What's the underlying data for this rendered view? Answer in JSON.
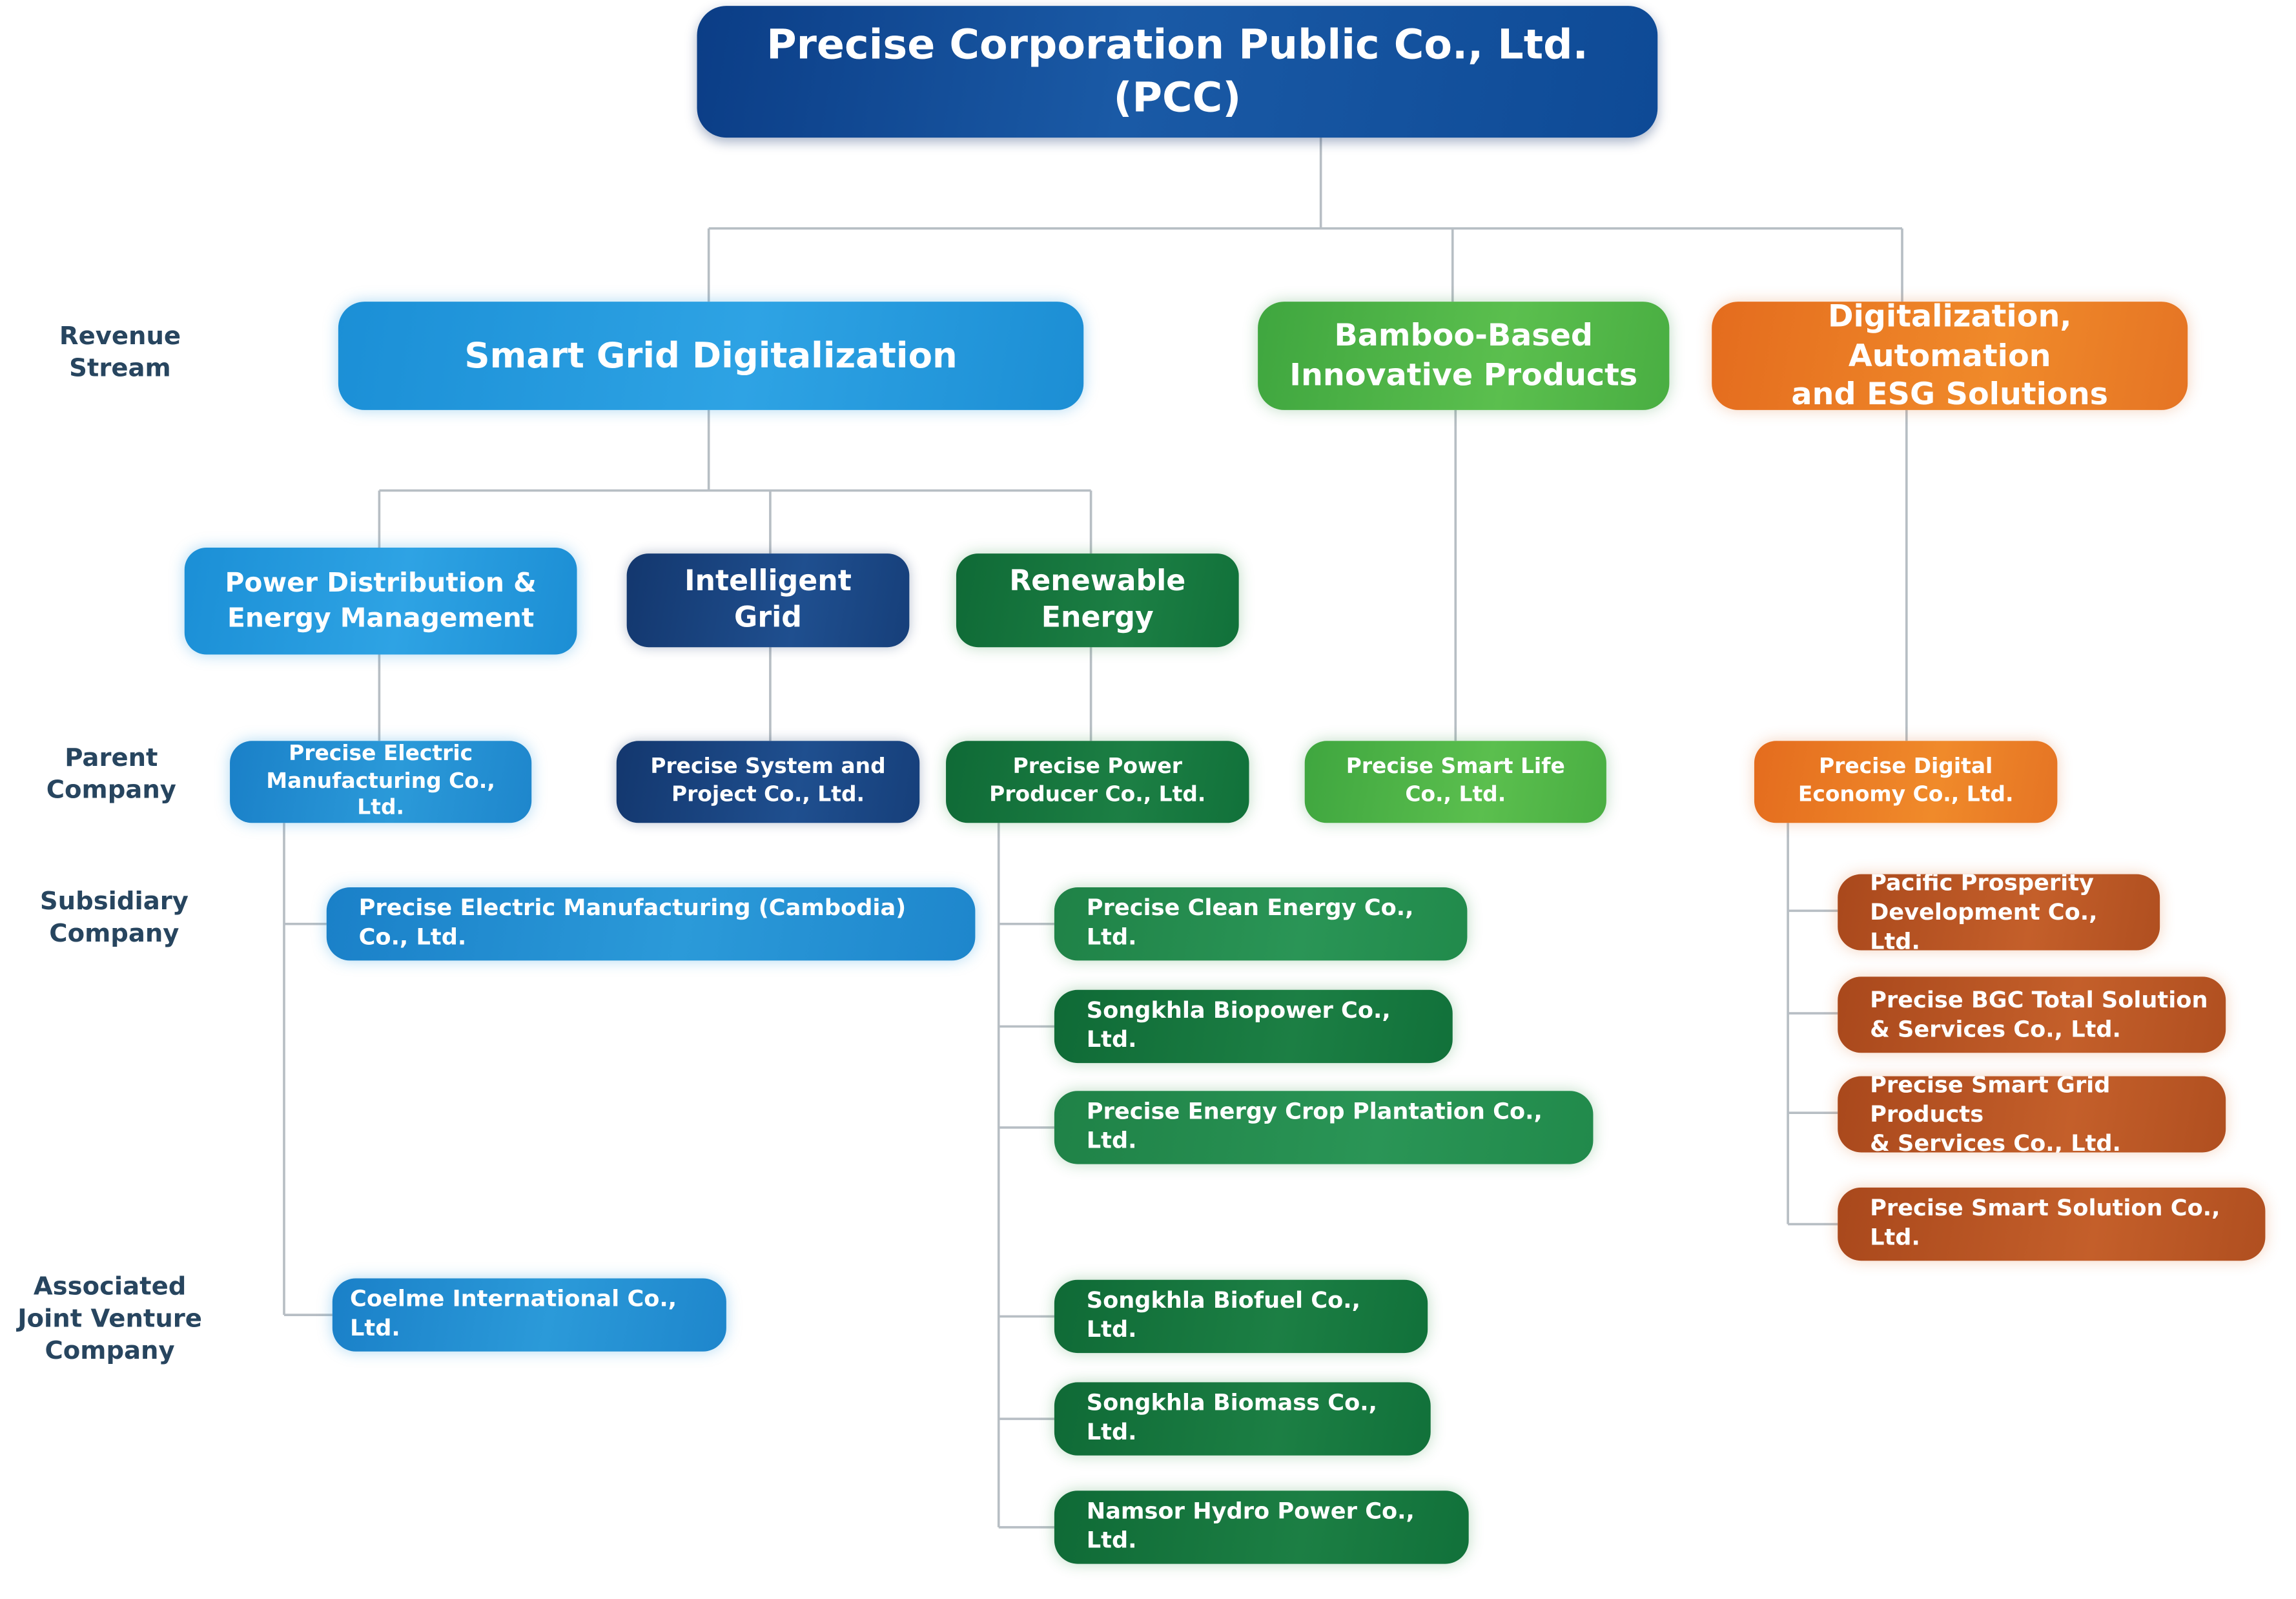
{
  "top": {
    "name": "Precise Corporation Public Co., Ltd. (PCC)"
  },
  "row_labels": {
    "revenue_stream": "Revenue\nStream",
    "parent_company": "Parent\nCompany",
    "subsidiary_company": "Subsidiary\nCompany",
    "associated_jv": "Associated\nJoint Venture\nCompany"
  },
  "revenue_streams": {
    "smart_grid": "Smart Grid Digitalization",
    "bamboo": "Bamboo-Based\nInnovative Products",
    "digitalization": "Digitalization, Automation\nand ESG Solutions"
  },
  "segments": {
    "power_distribution": "Power Distribution &\nEnergy Management",
    "intelligent_grid": "Intelligent\nGrid",
    "renewable": "Renewable\nEnergy"
  },
  "parents": {
    "electric_mfg": "Precise Electric\nManufacturing Co., Ltd.",
    "system_project": "Precise System and\nProject  Co., Ltd.",
    "power_producer": "Precise  Power\nProducer Co., Ltd.",
    "smart_life": "Precise Smart Life Co., Ltd.",
    "digital_economy": "Precise Digital\nEconomy Co., Ltd."
  },
  "subsidiaries": {
    "cambodia": "Precise Electric Manufacturing (Cambodia) Co., Ltd.",
    "clean_energy": "Precise Clean Energy Co., Ltd.",
    "songkhla_biopower": "Songkhla Biopower Co., Ltd.",
    "crop_plantation": "Precise Energy Crop Plantation Co., Ltd.",
    "pacific_prosperity": "Pacific Prosperity\nDevelopment  Co., Ltd.",
    "bgc_total": "Precise BGC Total Solution\n& Services Co., Ltd.",
    "smart_grid_products": "Precise Smart Grid Products\n& Services Co., Ltd.",
    "smart_solution": "Precise Smart Solution Co., Ltd."
  },
  "associates": {
    "coelme": "Coelme International Co., Ltd.",
    "songkhla_biofuel": "Songkhla Biofuel Co., Ltd.",
    "songkhla_biomass": "Songkhla Biomass Co., Ltd.",
    "namsor_hydro": "Namsor Hydro Power Co., Ltd."
  },
  "colors": {
    "corporate_blue": "#0e4a96",
    "smart_grid_blue": "#2ea3e4",
    "bamboo_green": "#5bbf4e",
    "digital_orange": "#f08a2a",
    "intelligent_navy": "#1f4f8f",
    "renewable_green": "#1c7f44",
    "subsidiary_rust": "#c45f2a",
    "connector_gray": "#b7bec4",
    "label_text": "#27455f"
  }
}
